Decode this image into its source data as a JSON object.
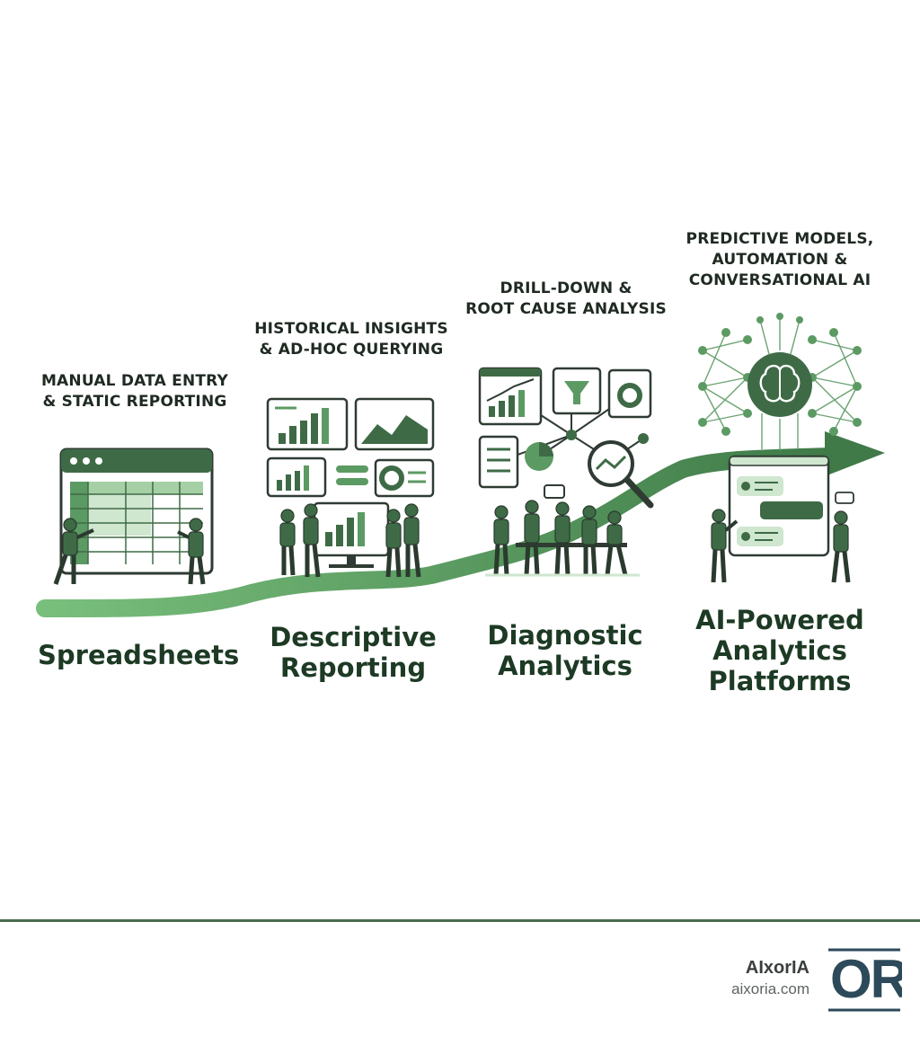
{
  "stages": [
    {
      "caption": [
        "MANUAL DATA ENTRY",
        "& STATIC REPORTING"
      ],
      "name": [
        "Spreadsheets"
      ]
    },
    {
      "caption": [
        "HISTORICAL INSIGHTS",
        "& AD-HOC QUERYING"
      ],
      "name": [
        "Descriptive",
        "Reporting"
      ]
    },
    {
      "caption": [
        "DRILL-DOWN &",
        "ROOT CAUSE ANALYSIS"
      ],
      "name": [
        "Diagnostic",
        "Analytics"
      ]
    },
    {
      "caption": [
        "PREDICTIVE MODELS,",
        "AUTOMATION &",
        "CONVERSATIONAL AI"
      ],
      "name": [
        "AI-Powered",
        "Analytics",
        "Platforms"
      ]
    }
  ],
  "brand": {
    "name": "AIxorIA",
    "url": "aixoria.com",
    "logo_letters": "OR"
  },
  "colors": {
    "dark": "#3e6b46",
    "mid": "#5c9a63",
    "light": "#cfe6cf",
    "path": "#6aaa6e",
    "text": "#1d3a24"
  }
}
